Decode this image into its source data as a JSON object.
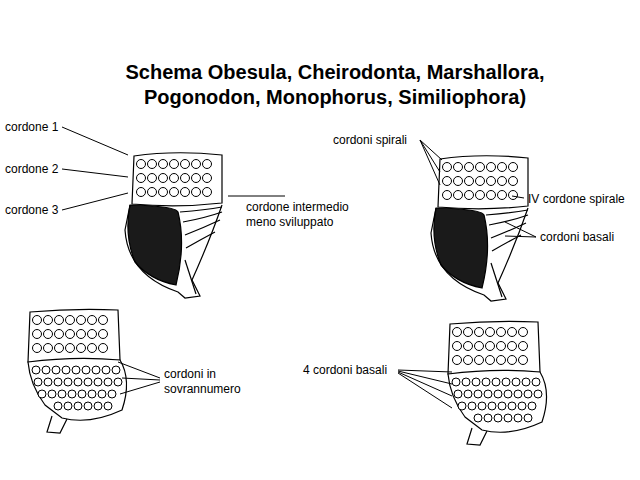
{
  "diagram": {
    "title": "Schema Obesula, Cheirodonta, Marshallora, Pogonodon, Monophorus, Similiophora)",
    "labels": [
      "cordone 1",
      "cordone 2",
      "cordone 3",
      "cordone intermedio meno sviluppato",
      "cordoni spirali",
      "IV cordone spirale",
      "cordoni basali",
      "cordoni in sovrannumero",
      "4 cordoni basali"
    ]
  }
}
